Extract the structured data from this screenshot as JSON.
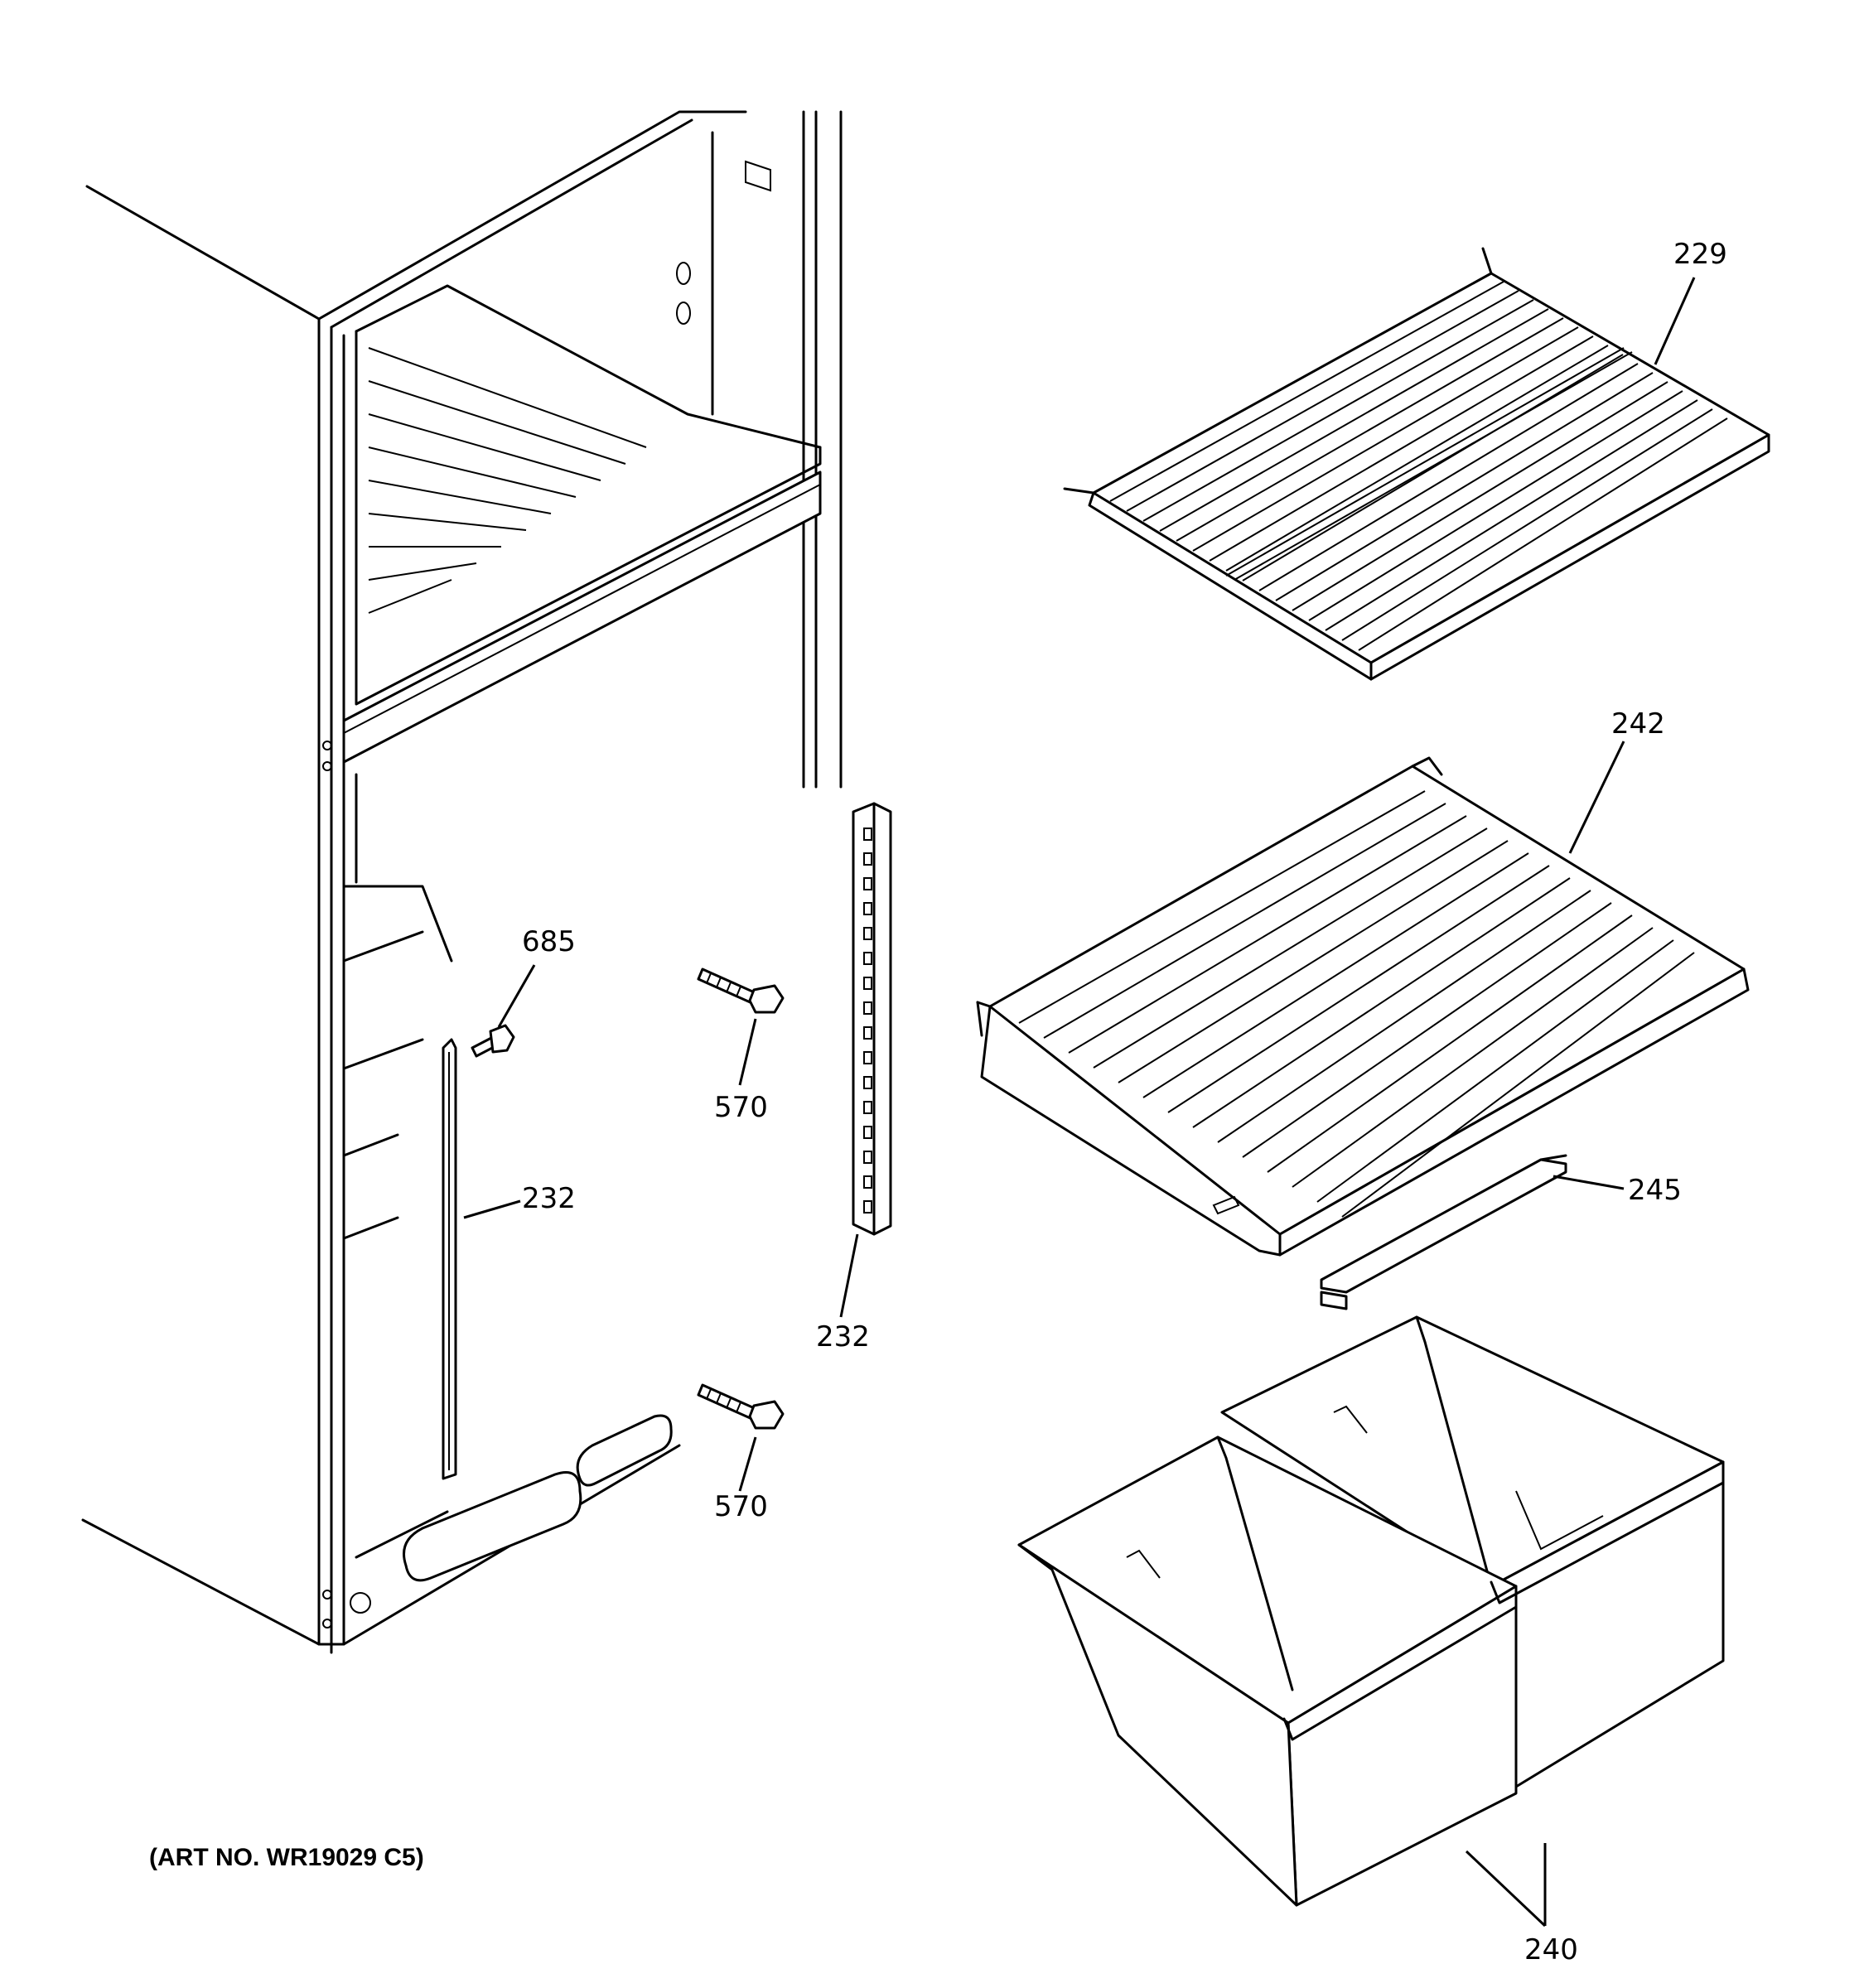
{
  "labels": {
    "shelf_wire": "229",
    "shelf_solid": "242",
    "shelf_trim": "245",
    "bins": "240",
    "screw_small": "685",
    "screw_upper": "570",
    "screw_lower": "570",
    "rail_left": "232",
    "rail_right": "232"
  },
  "art_number": "(ART NO. WR19029 C5)"
}
